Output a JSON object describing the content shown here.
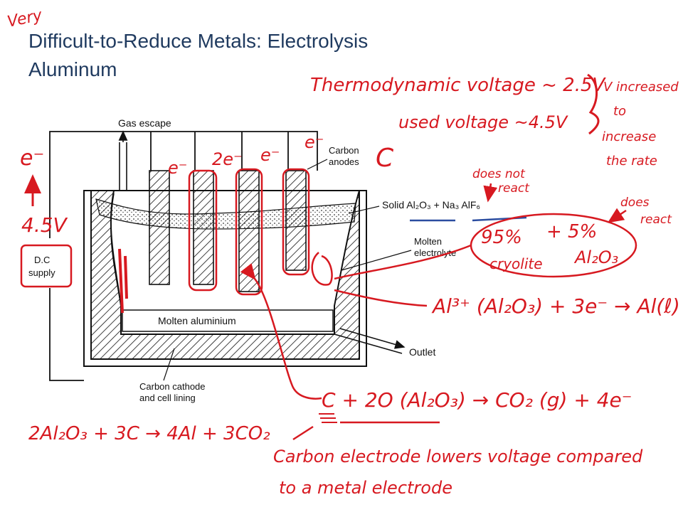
{
  "slide": {
    "title_line1": "Difficult-to-Reduce Metals: Electrolysis",
    "title_line2": "Aluminum"
  },
  "diagram": {
    "gas_escape": "Gas escape",
    "carbon_anodes": "Carbon\nanodes",
    "carbon_anodes_1": "Carbon",
    "carbon_anodes_2": "anodes",
    "solid_al2o3_label": "Solid Al₂O₃ + Na₃ AlF₆",
    "molten_electrolyte_1": "Molten",
    "molten_electrolyte_2": "electrolyte",
    "molten_aluminium": "Molten aluminium",
    "outlet": "Outlet",
    "carbon_cathode_1": "Carbon cathode",
    "carbon_cathode_2": "and cell lining",
    "dc_supply_1": "D.C",
    "dc_supply_2": "supply"
  },
  "annotations": {
    "very": "Very",
    "thermo_voltage": "Thermodynamic voltage ~ 2.5V",
    "used_voltage": "used voltage ~4.5V",
    "v_increased_1": "V increased",
    "v_increased_2": "to",
    "v_increased_3": "increase",
    "v_increased_4": "the rate",
    "e_minus_left": "e⁻",
    "volts_4_5": "4.5V",
    "e1": "e⁻",
    "e2": "2e⁻",
    "e3": "e⁻",
    "e4": "e⁻",
    "c_letter": "C",
    "does_not_react_1": "does not",
    "does_not_react_2": "react",
    "does_react_1": "does",
    "does_react_2": "react",
    "pct_95": "95%",
    "cryolite": "cryolite",
    "plus_5": "+ 5%",
    "al2o3": "Al₂O₃",
    "reaction_1": "Al³⁺ (Al₂O₃) + 3e⁻ → Al(ℓ)",
    "reaction_2": "C + 2O (Al₂O₃) → CO₂ (g) + 4e⁻",
    "overall": "2Al₂O₃ + 3C → 4Al + 3CO₂",
    "carbon_note_1": "Carbon electrode lowers voltage compared",
    "carbon_note_2": "to a metal electrode"
  },
  "colors": {
    "title": "#1f3a5f",
    "ink": "#d71920",
    "line_art": "#111111"
  }
}
